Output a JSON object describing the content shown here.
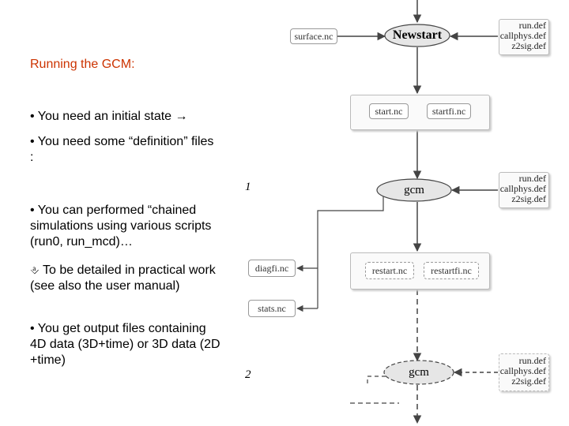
{
  "slide": {
    "title": "Running the GCM:",
    "bullets": [
      "• You need an initial state →",
      "• You need some “definition” files :",
      "• You can performed “chained simulations using various scripts (run0, run_mcd)…",
      "To be detailed in practical work (see also the user manual)",
      "• You get output files containing 4D data (3D+time) or 3D data (2D +time)"
    ],
    "sub_bullet_icon": "pointer-icon"
  },
  "diagram": {
    "newstart_label": "Newstart",
    "surface_file": "surface.nc",
    "start_files": [
      "start.nc",
      "startfi.nc"
    ],
    "gcm1_label": "gcm",
    "gcm2_label": "gcm",
    "step1": "1",
    "step2": "2",
    "restart_files": [
      "restart.nc",
      "restartfi.nc"
    ],
    "outputs": [
      "diagfi.nc",
      "stats.nc"
    ],
    "def_files_1": [
      "run.def",
      "callphys.def",
      "z2sig.def"
    ],
    "def_files_2": [
      "run.def",
      "callphys.def",
      "z2sig.def"
    ],
    "def_files_3": [
      "run.def",
      "callphys.def",
      "z2sig.def"
    ]
  },
  "colors": {
    "title": "#cc3300",
    "ellipse_fill": "#e6e6e6",
    "line": "#444444"
  }
}
